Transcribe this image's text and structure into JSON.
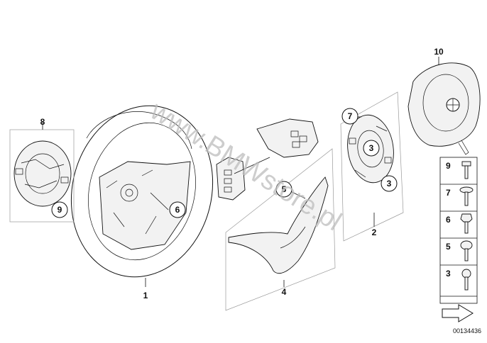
{
  "callouts": {
    "c1": "1",
    "c2": "2",
    "c3a": "3",
    "c3b": "3",
    "c4": "4",
    "c5": "5",
    "c6": "6",
    "c7": "7",
    "c8": "8",
    "c9": "9",
    "c10": "10"
  },
  "fasteners": [
    "9",
    "7",
    "6",
    "5",
    "3"
  ],
  "watermark": "www.BMWstore.pl",
  "diagram_code": "00134436"
}
